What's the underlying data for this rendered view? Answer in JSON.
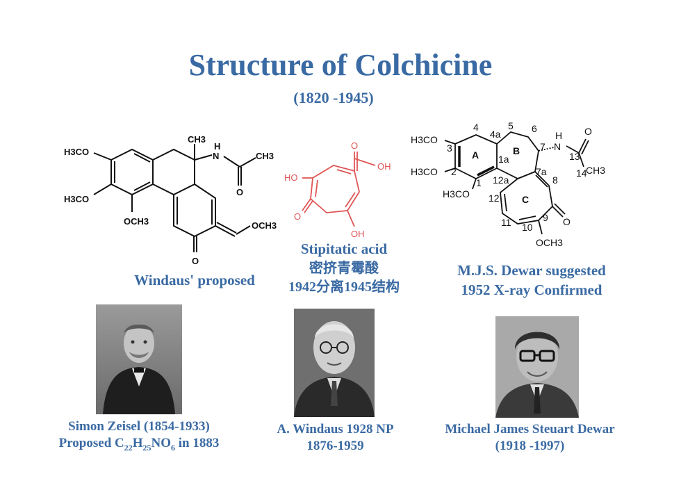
{
  "title": "Structure of Colchicine",
  "subtitle": "(1820 -1945)",
  "windaus_structure": {
    "caption": "Windaus' proposed",
    "labels": [
      "H3CO",
      "H3CO",
      "OCH3",
      "CH3",
      "H",
      "N",
      "O",
      "O",
      "OCH3",
      "CH3"
    ]
  },
  "stipitatic": {
    "caption_line1": "Stipitatic acid",
    "caption_line2": "密挤青霉酸",
    "caption_line3": "1942分离1945结构",
    "labels": [
      "O",
      "OH",
      "HO",
      "O",
      "OH"
    ]
  },
  "dewar_structure": {
    "caption_line1": "M.J.S. Dewar suggested",
    "caption_line2": "1952 X-ray Confirmed",
    "atom_numbers": [
      "4",
      "4a",
      "5",
      "6",
      "7",
      "3",
      "2",
      "1",
      "1a",
      "12a",
      "7a",
      "8",
      "12",
      "11",
      "10",
      "9",
      "13",
      "14"
    ],
    "ring_labels": [
      "A",
      "B",
      "C"
    ],
    "groups": [
      "H3CO",
      "H3CO",
      "H3CO",
      "H",
      "N",
      "O",
      "CH3",
      "O",
      "OCH3"
    ]
  },
  "people": [
    {
      "name_line1": "Simon Zeisel (1854-1933)",
      "formula_prefix": "Proposed C",
      "c": "22",
      "h_label": "H",
      "h": "25",
      "rest": "NO",
      "o": "6",
      "suffix": " in 1883"
    },
    {
      "name_line1": "A.  Windaus   1928 NP",
      "name_line2": "1876-1959"
    },
    {
      "name_line1": "Michael James Steuart Dewar",
      "name_line2": "(1918 -1997)"
    }
  ]
}
